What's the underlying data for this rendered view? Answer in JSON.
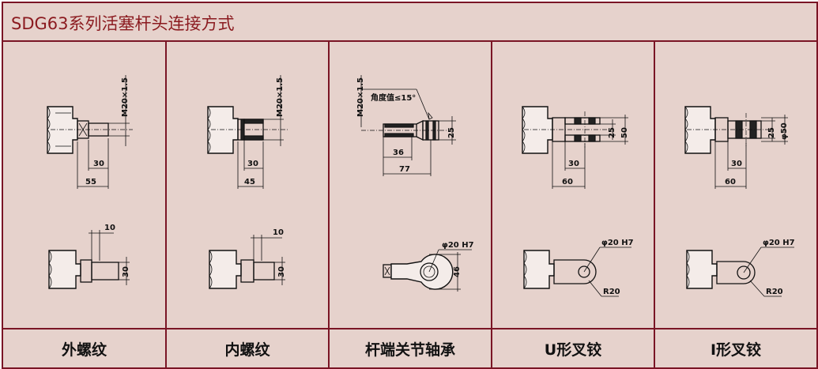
{
  "title": "SDG63系列活塞杆头连接方式",
  "columns": [
    {
      "label": "外螺纹",
      "dims": {
        "thread": "M20×1.5",
        "l30": "30",
        "l55": "55",
        "l10": "10",
        "h30": "30"
      }
    },
    {
      "label": "内螺纹",
      "dims": {
        "thread": "M20×1.5",
        "l30": "30",
        "l45": "45",
        "l10": "10",
        "h30": "30"
      }
    },
    {
      "label": "杆端关节轴承",
      "dims": {
        "thread": "M20×1.5",
        "angle": "角度值≤15°",
        "h25": "25",
        "l36": "36",
        "l77": "77",
        "hole": "φ20 H7",
        "h46": "46"
      }
    },
    {
      "label": "U形叉铰",
      "dims": {
        "h25": "25",
        "h50": "50",
        "l30": "30",
        "l60": "60",
        "hole": "φ20 H7",
        "radius": "R20"
      }
    },
    {
      "label": "I形叉铰",
      "dims": {
        "h25": "25",
        "d50": "φ50",
        "l30": "30",
        "l60": "60",
        "hole": "φ20 H7",
        "radius": "R20"
      }
    }
  ],
  "colors": {
    "border": "#7a1525",
    "background": "#e6d2cc",
    "title": "#8b1a1f"
  }
}
